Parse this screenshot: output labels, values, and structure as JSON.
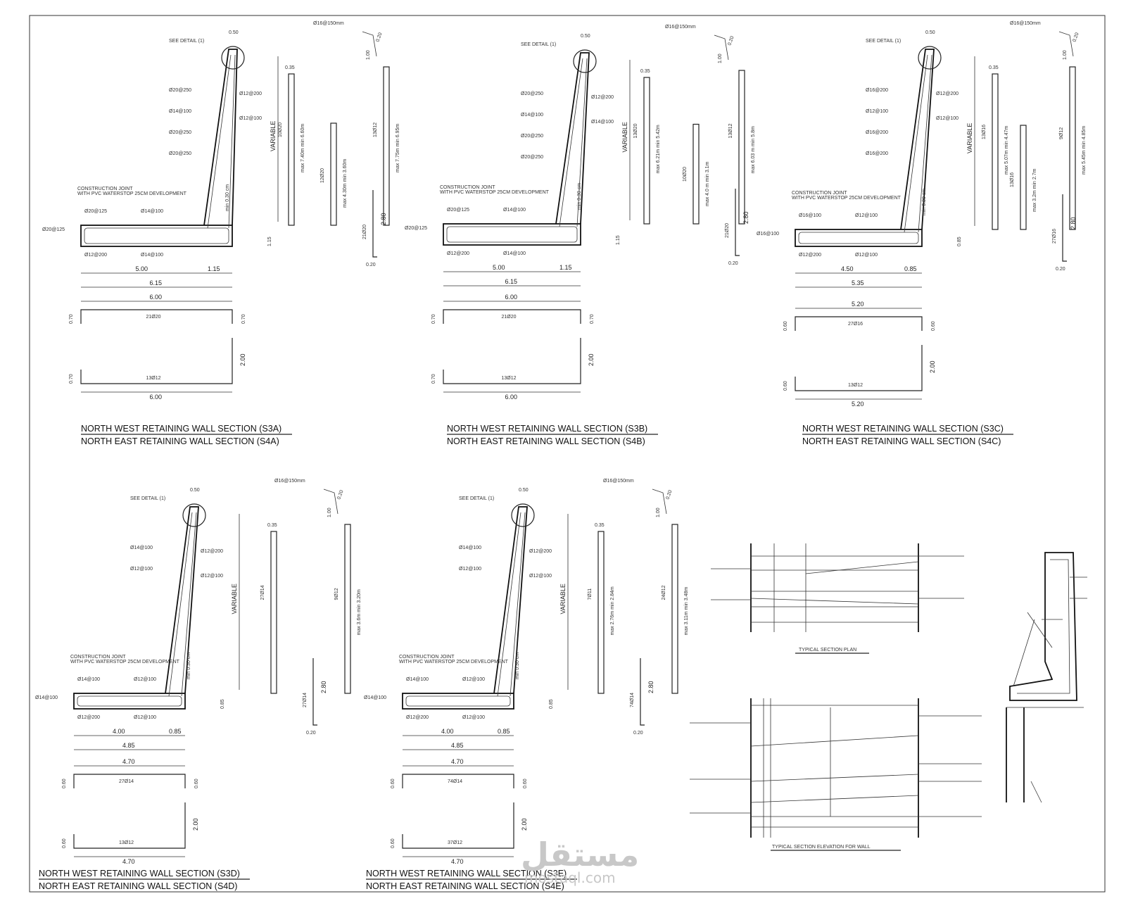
{
  "sections": [
    {
      "id": "S3A",
      "title1": "NORTH WEST  RETAINING WALL SECTION (S3A)",
      "title2": "NORTH EAST  RETAINING WALL SECTION (S4A)",
      "see_detail": "SEE DETAIL (1)",
      "top_width": "0.50",
      "variable": "VARIABLE",
      "bars_left": [
        "Ø20@250",
        "Ø14@100",
        "Ø20@250",
        "Ø20@250"
      ],
      "bars_right": [
        "Ø12@200",
        "Ø12@100"
      ],
      "joint": "CONSTRUCTION JOINT",
      "joint_note": "WITH PVC WATERSTOP 25CM DEVELOPMENT",
      "heel_top": [
        "Ø20@125",
        "Ø14@100"
      ],
      "heel_bottom": [
        "Ø12@200",
        "Ø14@100"
      ],
      "toe_bar": "Ø20@125",
      "cover": "min 0.30 cm",
      "base_height": "1.15",
      "heel_len": "5.00",
      "toe_len": "1.15",
      "total_len": "6.15",
      "cap_bar": "Ø16@150mm",
      "cap_w": "0.20",
      "cap_h": "1.00",
      "bar1_w": "0.35",
      "bar1_label": "10Ø20",
      "bar1_len": "max 7.40m min 6.60m",
      "bar2_label": "12Ø20",
      "bar2_len": "max 4.30m min 3.60m",
      "bar3_label": "13Ø12",
      "bar3_len": "max 7.75m min 6.95m",
      "bar4_label": "21Ø20",
      "bar4_len": "2.80",
      "bar4_foot": "0.20",
      "u1_len": "6.00",
      "u1_side": "0.70",
      "u1_label": "21Ø20",
      "u2_len": "6.00",
      "u2_side": "0.70",
      "u2_label": "13Ø12",
      "u2_height": "2.00"
    },
    {
      "id": "S3B",
      "title1": "NORTH WEST  RETAINING WALL SECTION (S3B)",
      "title2": "NORTH EAST  RETAINING WALL SECTION (S4B)",
      "see_detail": "SEE DETAIL (1)",
      "top_width": "0.50",
      "variable": "VARIABLE",
      "bars_left": [
        "Ø20@250",
        "Ø14@100",
        "Ø20@250",
        "Ø20@250"
      ],
      "bars_right": [
        "Ø12@200",
        "Ø14@100"
      ],
      "joint": "CONSTRUCTION JOINT",
      "joint_note": "WITH PVC WATERSTOP 25CM DEVELOPMENT",
      "heel_top": [
        "Ø20@125",
        "Ø14@100"
      ],
      "heel_bottom": [
        "Ø12@200",
        "Ø14@100"
      ],
      "toe_bar": "Ø20@125",
      "cover": "min 0.30 cm",
      "base_height": "1.15",
      "heel_len": "5.00",
      "toe_len": "1.15",
      "total_len": "6.15",
      "cap_bar": "Ø16@150mm",
      "cap_w": "0.20",
      "cap_h": "1.00",
      "bar1_w": "0.35",
      "bar1_label": "13Ø20",
      "bar1_len": "max 6.21m min 5.42m",
      "bar2_label": "10Ø20",
      "bar2_len": "max 4.0 m min 3.1m",
      "bar3_label": "13Ø12",
      "bar3_len": "max 6.03 m min 5.8m",
      "bar4_label": "21Ø20",
      "bar4_len": "2.80",
      "bar4_foot": "0.20",
      "u1_len": "6.00",
      "u1_side": "0.70",
      "u1_label": "21Ø20",
      "u2_len": "6.00",
      "u2_side": "0.70",
      "u2_label": "13Ø12",
      "u2_height": "2.00"
    },
    {
      "id": "S3C",
      "title1": "NORTH WEST  RETAINING WALL SECTION (S3C)",
      "title2": "NORTH EAST  RETAINING WALL SECTION (S4C)",
      "see_detail": "SEE DETAIL (1)",
      "top_width": "0.50",
      "variable": "VARIABLE",
      "bars_left": [
        "Ø16@200",
        "Ø12@100",
        "Ø16@200",
        "Ø16@200"
      ],
      "bars_right": [
        "Ø12@200",
        "Ø12@100"
      ],
      "joint": "CONSTRUCTION JOINT",
      "joint_note": "WITH PVC WATERSTOP 25CM DEVELOPMENT",
      "heel_top": [
        "Ø16@100",
        "Ø12@100"
      ],
      "heel_bottom": [
        "Ø12@200",
        "Ø12@100"
      ],
      "toe_bar": "Ø16@100",
      "cover": "min 0.30 cm",
      "base_height": "0.85",
      "heel_len": "4.50",
      "toe_len": "0.85",
      "total_len": "5.35",
      "cap_bar": "Ø16@150mm",
      "cap_w": "0.20",
      "cap_h": "1.00",
      "bar1_w": "0.35",
      "bar1_label": "13Ø16",
      "bar1_len": "max 5.07m min 4.47m",
      "bar2_label": "13Ø16",
      "bar2_len": "max 3.2m min 2.7m",
      "bar3_label": "9Ø12",
      "bar3_len": "max 5.45m min 4.85m",
      "bar4_label": "27Ø16",
      "bar4_len": "2.80",
      "bar4_foot": "0.20",
      "u1_len": "5.20",
      "u1_side": "0.60",
      "u1_label": "27Ø16",
      "u2_len": "5.20",
      "u2_side": "0.60",
      "u2_label": "13Ø12",
      "u2_height": "2.00"
    },
    {
      "id": "S3D",
      "title1": "NORTH WEST  RETAINING WALL SECTION (S3D)",
      "title2": "NORTH EAST  RETAINING WALL SECTION (S4D)",
      "see_detail": "SEE DETAIL (1)",
      "top_width": "0.50",
      "variable": "VARIABLE",
      "bars_left": [
        "Ø14@100",
        "Ø12@100"
      ],
      "bars_right": [
        "Ø12@200",
        "Ø12@100"
      ],
      "joint": "CONSTRUCTION JOINT",
      "joint_note": "WITH PVC WATERSTOP 25CM DEVELOPMENT",
      "heel_top": [
        "Ø14@100",
        "Ø12@100"
      ],
      "heel_bottom": [
        "Ø12@200",
        "Ø12@100"
      ],
      "toe_bar": "Ø14@100",
      "cover": "min 0.30 cm",
      "base_height": "0.85",
      "heel_len": "4.00",
      "toe_len": "0.85",
      "total_len": "4.85",
      "cap_bar": "Ø16@150mm",
      "cap_w": "0.20",
      "cap_h": "1.00",
      "bar1_w": "0.35",
      "bar1_label": "27Ø14",
      "bar1_len": "",
      "bar3_label": "9Ø12",
      "bar3_len": "max 3.6m min 3.20m",
      "bar4_label": "27Ø14",
      "bar4_len": "2.80",
      "bar4_foot": "0.20",
      "u1_len": "4.70",
      "u1_side": "0.60",
      "u1_label": "27Ø14",
      "u2_len": "4.70",
      "u2_side": "0.60",
      "u2_label": "13Ø12",
      "u2_height": "2.00"
    },
    {
      "id": "S3E",
      "title1": "NORTH WEST  RETAINING WALL SECTION (S3E)",
      "title2": "NORTH EAST  RETAINING WALL SECTION (S4E)",
      "see_detail": "SEE DETAIL (1)",
      "top_width": "0.50",
      "variable": "VARIABLE",
      "bars_left": [
        "Ø14@100",
        "Ø12@100"
      ],
      "bars_right": [
        "Ø12@200",
        "Ø12@100"
      ],
      "joint": "CONSTRUCTION JOINT",
      "joint_note": "WITH PVC WATERSTOP 25CM DEVELOPMENT",
      "heel_top": [
        "Ø14@100",
        "Ø12@100"
      ],
      "heel_bottom": [
        "Ø12@200",
        "Ø12@100"
      ],
      "toe_bar": "Ø14@100",
      "cover": "min 0.30 cm",
      "base_height": "0.85",
      "heel_len": "4.00",
      "toe_len": "0.85",
      "total_len": "4.85",
      "cap_bar": "Ø16@150mm",
      "cap_w": "0.20",
      "cap_h": "1.00",
      "bar1_w": "0.35",
      "bar1_label": "7Ø11",
      "bar1_len": "max 2.76m min 2.84m",
      "bar3_label": "24Ø12",
      "bar3_len": "max 3.11m min 3.48m",
      "bar4_label": "74Ø14",
      "bar4_len": "2.80",
      "bar4_foot": "0.20",
      "u1_len": "4.70",
      "u1_side": "0.60",
      "u1_label": "74Ø14",
      "u2_len": "4.70",
      "u2_side": "0.60",
      "u2_label": "37Ø12",
      "u2_height": "2.00"
    }
  ],
  "details": {
    "plan_title": "TYPICAL SECTION PLAN",
    "elev_title": "TYPICAL SECTION ELEVATION FOR WALL"
  },
  "watermark": {
    "main": "مستقل",
    "sub": "mostaql.com"
  }
}
